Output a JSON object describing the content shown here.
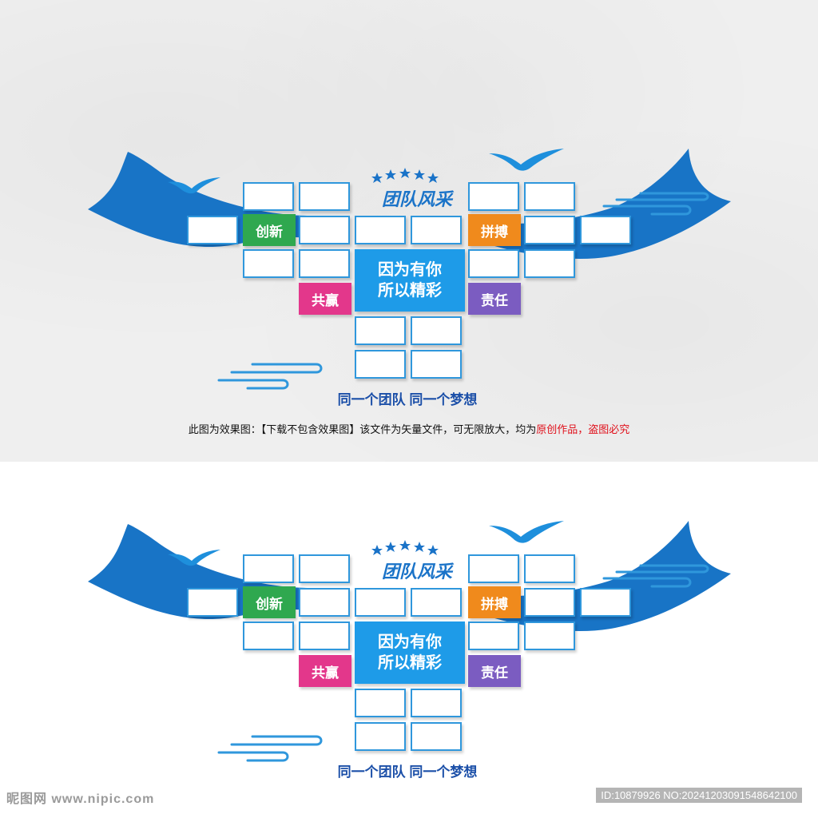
{
  "title": "团队风采",
  "center_text": [
    "因为有你",
    "所以精彩"
  ],
  "tags": {
    "innovation": "创新",
    "hard_work": "拼搏",
    "win_win": "共赢",
    "responsibility": "责任"
  },
  "slogan": "同一个团队 同一个梦想",
  "notice": {
    "part1": "此图为效果图：【下载不包含效果图】该文件为矢量文件，可无限放大，均为",
    "part2": "原创作品，盗图必究"
  },
  "watermark": {
    "left": "昵图网 www.nipic.com",
    "right": "ID:10879926 NO:20241203091548642100"
  },
  "colors": {
    "ribbon": "#1874c6",
    "frame_border": "#2f97dc",
    "center_box": "#1e9be8",
    "tag_innovation": "#2fa84f",
    "tag_hard_work": "#f08a1c",
    "tag_win_win": "#e3378b",
    "tag_responsibility": "#7b5cc1",
    "slogan": "#1b4fa8",
    "notice_highlight": "#e0101b"
  }
}
